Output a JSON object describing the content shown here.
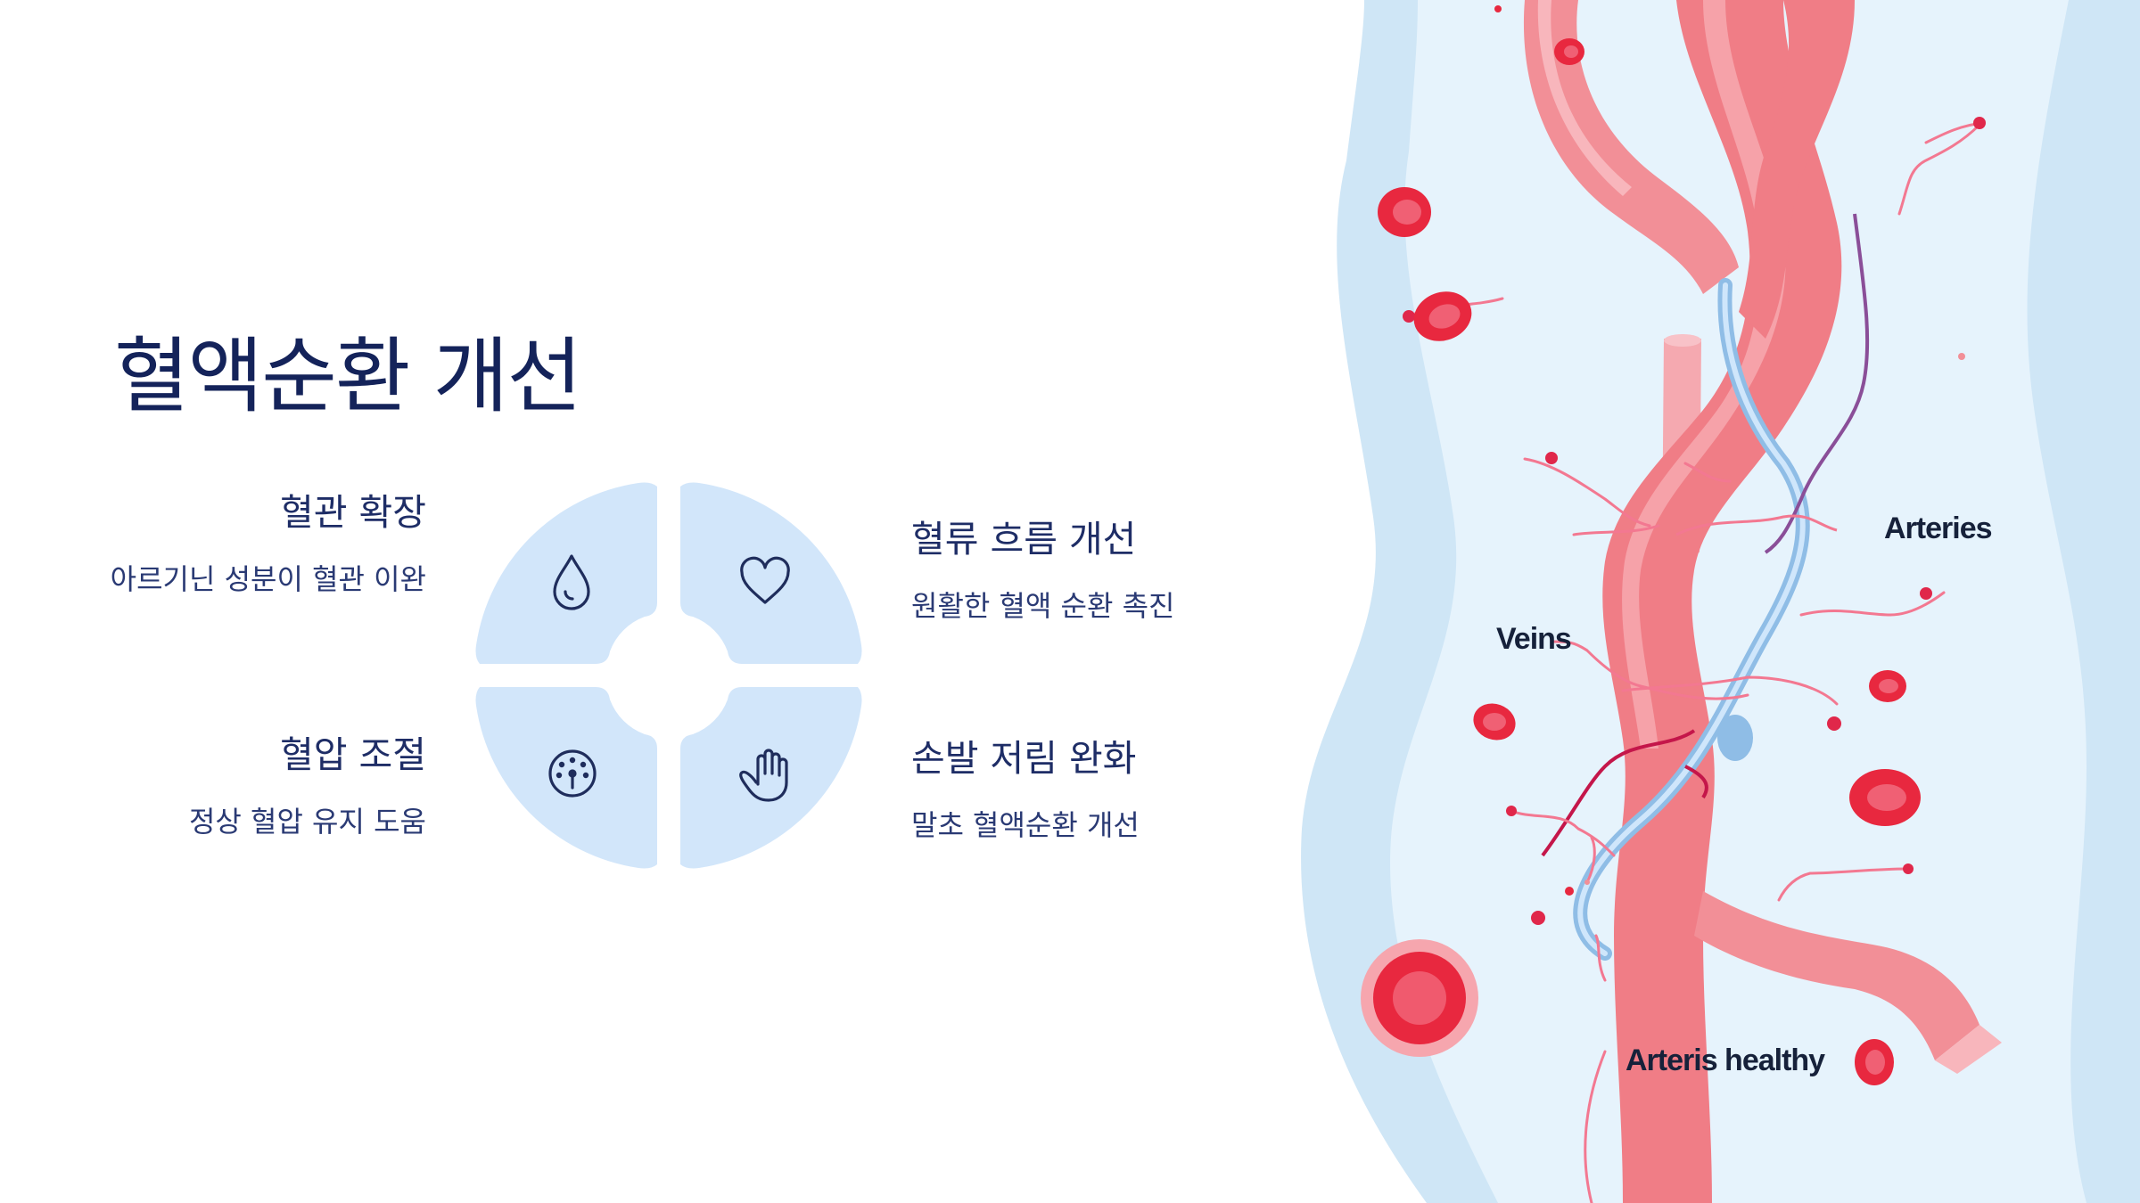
{
  "title": "혈액순환 개선",
  "benefits": {
    "vasodilation": {
      "title": "혈관 확장",
      "desc": "아르기닌 성분이 혈관 이완"
    },
    "blood_flow": {
      "title": "혈류 흐름 개선",
      "desc": "원활한 혈액 순환 촉진"
    },
    "blood_pressure": {
      "title": "혈압 조절",
      "desc": "정상 혈압 유지 도움"
    },
    "numbness": {
      "title": "손발 저림 완화",
      "desc": "말초 혈액순환 개선"
    }
  },
  "ring_icons": [
    "water-drop-icon",
    "heart-icon",
    "gauge-icon",
    "hand-icon"
  ],
  "illustration": {
    "labels": {
      "arteries": "Arteries",
      "veins": "Veins",
      "healthy": "Arteris healthy"
    }
  },
  "colors": {
    "title": "#14235a",
    "ring_segment": "#d2e6fa",
    "icon_stroke": "#1f2d5c",
    "background_blue": "#cfe6f6",
    "artery": "#f07d86",
    "vein": "#8fbde6",
    "blood_cell": "#e8283f"
  }
}
